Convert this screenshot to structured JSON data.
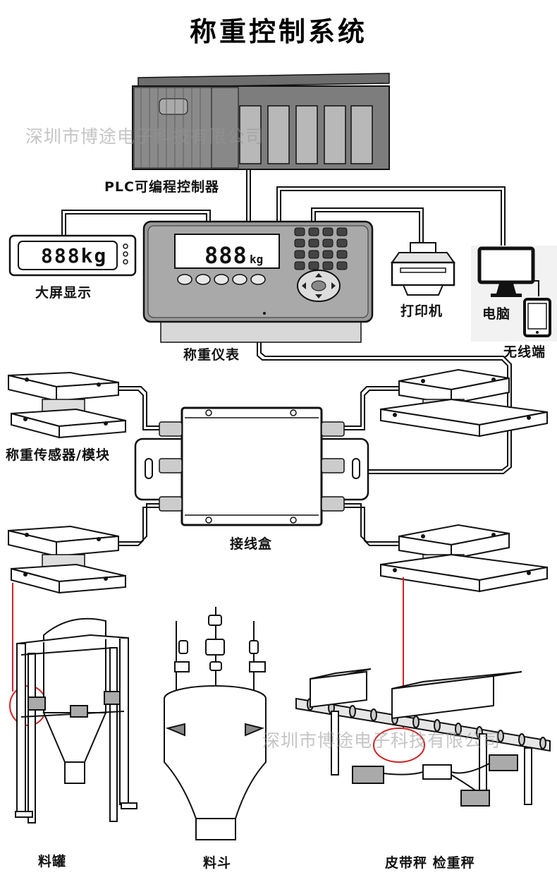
{
  "title": "称重控制系统",
  "watermark": "深圳市博途电子科技有限公司",
  "labels": {
    "plc": "PLC可编程控制器",
    "big_display": "大屏显示",
    "indicator": "称重仪表",
    "printer": "打印机",
    "computer": "电脑",
    "wireless": "无线端",
    "sensor_module": "称重传感器/模块",
    "junction_box": "接线盒",
    "tank": "料罐",
    "hopper": "料斗",
    "belt_scale": "皮带秤  检重秤"
  },
  "big_display": {
    "reading": "888kg"
  },
  "indicator": {
    "reading": "888",
    "unit": "kg"
  },
  "colors": {
    "highlight": "#d42020",
    "line": "#111111",
    "panel": "#8d8d8d"
  }
}
